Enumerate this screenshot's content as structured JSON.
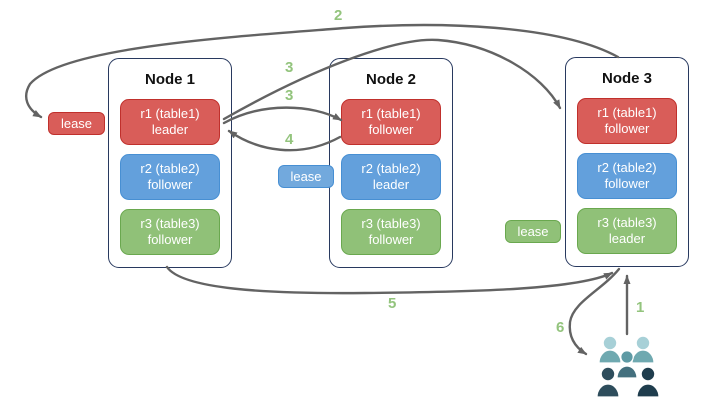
{
  "title": "raft-leaseholder-diagram",
  "colors": {
    "red_fill": "#d95d59",
    "red_border": "#c0302c",
    "blue_fill": "#63a0dc",
    "blue_border": "#478fd3",
    "green_fill": "#90c178",
    "green_border": "#6aa84f",
    "node_border": "#28395f",
    "arrow": "#636363",
    "step_label": "#93c47d",
    "users_light": "#a7d0d7",
    "users_medium": "#6fa9b0",
    "users_dark": "#2e4d5c"
  },
  "nodes": [
    {
      "title": "Node 1",
      "replicas": [
        {
          "range": "r1 (table1)",
          "role": "leader",
          "color": "red"
        },
        {
          "range": "r2 (table2)",
          "role": "follower",
          "color": "blue"
        },
        {
          "range": "r3 (table3)",
          "role": "follower",
          "color": "green"
        }
      ]
    },
    {
      "title": "Node 2",
      "replicas": [
        {
          "range": "r1 (table1)",
          "role": "follower",
          "color": "red"
        },
        {
          "range": "r2 (table2)",
          "role": "leader",
          "color": "blue"
        },
        {
          "range": "r3 (table3)",
          "role": "follower",
          "color": "green"
        }
      ]
    },
    {
      "title": "Node 3",
      "replicas": [
        {
          "range": "r1 (table1)",
          "role": "follower",
          "color": "red"
        },
        {
          "range": "r2 (table2)",
          "role": "follower",
          "color": "blue"
        },
        {
          "range": "r3 (table3)",
          "role": "leader",
          "color": "green"
        }
      ]
    }
  ],
  "leases": [
    {
      "label": "lease",
      "color": "red"
    },
    {
      "label": "lease",
      "color": "blue"
    },
    {
      "label": "lease",
      "color": "green"
    }
  ],
  "steps": [
    {
      "label": "1"
    },
    {
      "label": "2"
    },
    {
      "label": "3"
    },
    {
      "label": "3"
    },
    {
      "label": "4"
    },
    {
      "label": "5"
    },
    {
      "label": "6"
    }
  ],
  "users_icon": "user-group"
}
